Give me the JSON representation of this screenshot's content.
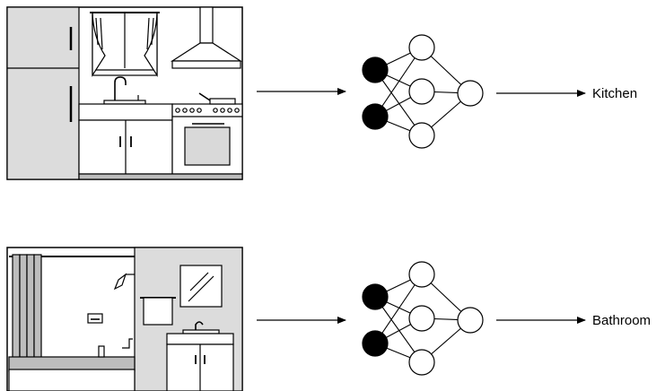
{
  "rows": [
    {
      "scene": "kitchen",
      "icon": "kitchen-illustration",
      "output_label": "Kitchen",
      "network": {
        "input_nodes": 2,
        "hidden_nodes": 3,
        "output_nodes": 1
      }
    },
    {
      "scene": "bathroom",
      "icon": "bathroom-illustration",
      "output_label": "Bathroom",
      "network": {
        "input_nodes": 2,
        "hidden_nodes": 3,
        "output_nodes": 1
      }
    }
  ],
  "colors": {
    "stroke": "#000000",
    "input_node_fill": "#000000",
    "node_fill": "#ffffff",
    "wall_gray": "#dcdcdc",
    "appliance_gray": "#d9d9d9"
  }
}
